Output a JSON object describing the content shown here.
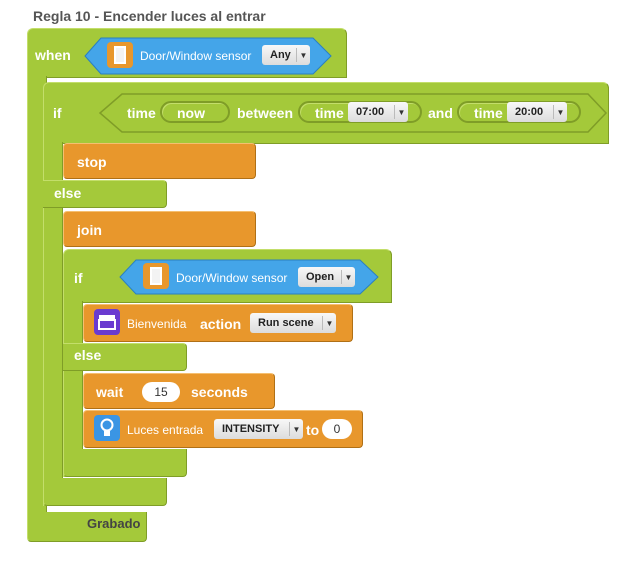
{
  "title": "Regla 10 - Encender luces al entrar",
  "when": {
    "label": "when",
    "sensor": {
      "icon": "door-window-icon",
      "name": "Door/Window sensor",
      "value": "Any"
    }
  },
  "if_block": {
    "if_label": "if",
    "time_label": "time",
    "now_label": "now",
    "between_label": "between",
    "time_start_label": "time",
    "start": "07:00",
    "and_label": "and",
    "time_end_label": "time",
    "end": "20:00",
    "stop_label": "stop",
    "else_label": "else",
    "join_label": "join"
  },
  "inner_if": {
    "if_label": "if",
    "sensor": {
      "icon": "door-window-icon",
      "name": "Door/Window sensor",
      "value": "Open"
    },
    "scene": {
      "icon": "clapperboard-icon",
      "name": "Bienvenida",
      "action_label": "action",
      "action": "Run scene"
    },
    "else_label": "else",
    "wait": {
      "label": "wait",
      "value": "15",
      "unit": "seconds"
    },
    "light": {
      "icon": "lightbulb-icon",
      "name": "Luces entrada",
      "property": "INTENSITY",
      "to_label": "to",
      "value": "0"
    }
  },
  "footer": {
    "status": "Grabado"
  },
  "colors": {
    "event": "#a4c93a",
    "action": "#e8972c",
    "sensor": "#44a5e9",
    "scene": "#6a3bd0"
  }
}
